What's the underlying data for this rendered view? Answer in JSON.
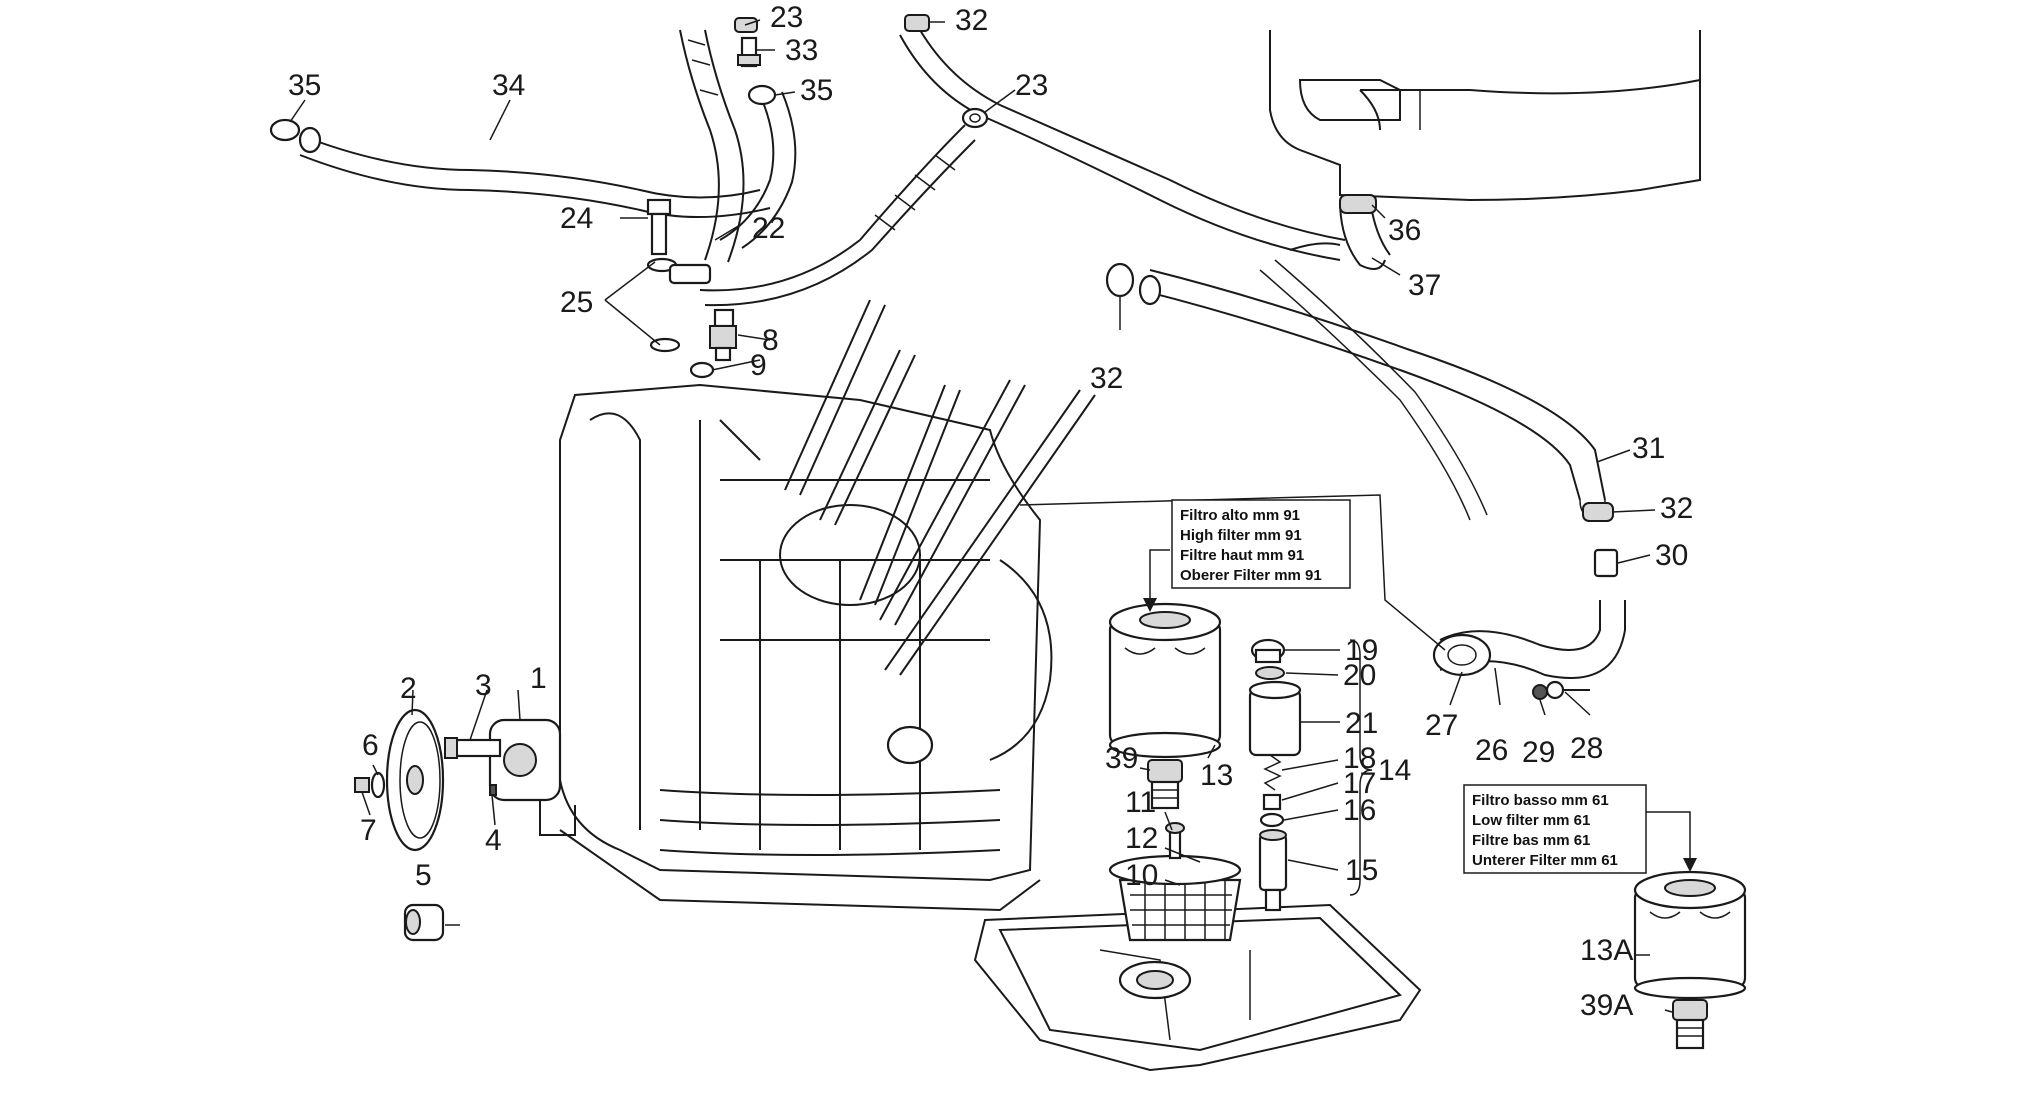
{
  "diagram": {
    "labels": [
      {
        "id": "1",
        "text": "1"
      },
      {
        "id": "2",
        "text": "2"
      },
      {
        "id": "3",
        "text": "3"
      },
      {
        "id": "4",
        "text": "4"
      },
      {
        "id": "5",
        "text": "5"
      },
      {
        "id": "6",
        "text": "6"
      },
      {
        "id": "7",
        "text": "7"
      },
      {
        "id": "8",
        "text": "8"
      },
      {
        "id": "9",
        "text": "9"
      },
      {
        "id": "10",
        "text": "10"
      },
      {
        "id": "11",
        "text": "11"
      },
      {
        "id": "12",
        "text": "12"
      },
      {
        "id": "13",
        "text": "13"
      },
      {
        "id": "13A",
        "text": "13A"
      },
      {
        "id": "14",
        "text": "14"
      },
      {
        "id": "15",
        "text": "15"
      },
      {
        "id": "16",
        "text": "16"
      },
      {
        "id": "17",
        "text": "17"
      },
      {
        "id": "18",
        "text": "18"
      },
      {
        "id": "19",
        "text": "19"
      },
      {
        "id": "20",
        "text": "20"
      },
      {
        "id": "21",
        "text": "21"
      },
      {
        "id": "22",
        "text": "22"
      },
      {
        "id": "23a",
        "text": "23"
      },
      {
        "id": "23b",
        "text": "23"
      },
      {
        "id": "24",
        "text": "24"
      },
      {
        "id": "25",
        "text": "25"
      },
      {
        "id": "26",
        "text": "26"
      },
      {
        "id": "27",
        "text": "27"
      },
      {
        "id": "28",
        "text": "28"
      },
      {
        "id": "29",
        "text": "29"
      },
      {
        "id": "30",
        "text": "30"
      },
      {
        "id": "31",
        "text": "31"
      },
      {
        "id": "32a",
        "text": "32"
      },
      {
        "id": "32b",
        "text": "32"
      },
      {
        "id": "32c",
        "text": "32"
      },
      {
        "id": "33",
        "text": "33"
      },
      {
        "id": "34",
        "text": "34"
      },
      {
        "id": "35a",
        "text": "35"
      },
      {
        "id": "35b",
        "text": "35"
      },
      {
        "id": "36",
        "text": "36"
      },
      {
        "id": "37",
        "text": "37"
      },
      {
        "id": "39",
        "text": "39"
      },
      {
        "id": "39A",
        "text": "39A"
      }
    ],
    "high_filter_box": {
      "lines": [
        "Filtro alto mm 91",
        "High filter mm 91",
        "Filtre haut  mm 91",
        "Oberer Filter mm 91"
      ]
    },
    "low_filter_box": {
      "lines": [
        "Filtro basso mm 61",
        "Low filter mm 61",
        "Filtre bas mm 61",
        "Unterer Filter mm 61"
      ]
    }
  }
}
